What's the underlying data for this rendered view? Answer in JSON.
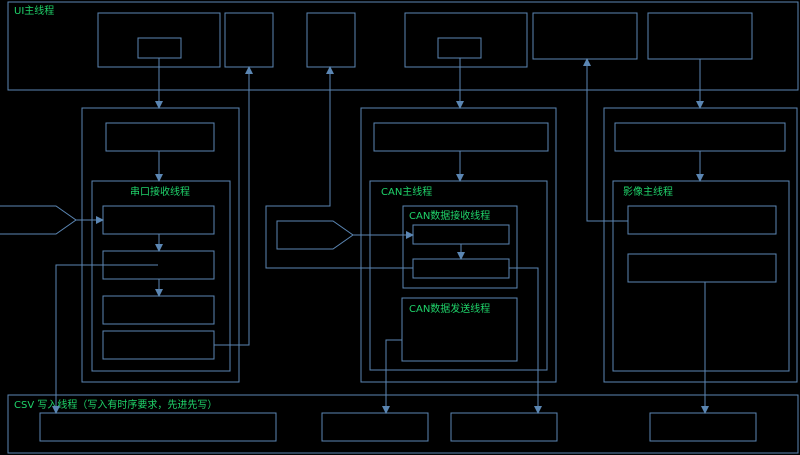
{
  "colors": {
    "background": "#000000",
    "stroke": "#5b86b3",
    "label": "#1fd36a"
  },
  "labels": {
    "ui_main": "UI主线程",
    "serial_rx": "串口接收线程",
    "can_main": "CAN主线程",
    "can_rx": "CAN数据接收线程",
    "can_tx": "CAN数据发送线程",
    "video_main": "影像主线程",
    "csv_writer": "CSV 写入线程（写入有时序要求，先进先写）"
  }
}
